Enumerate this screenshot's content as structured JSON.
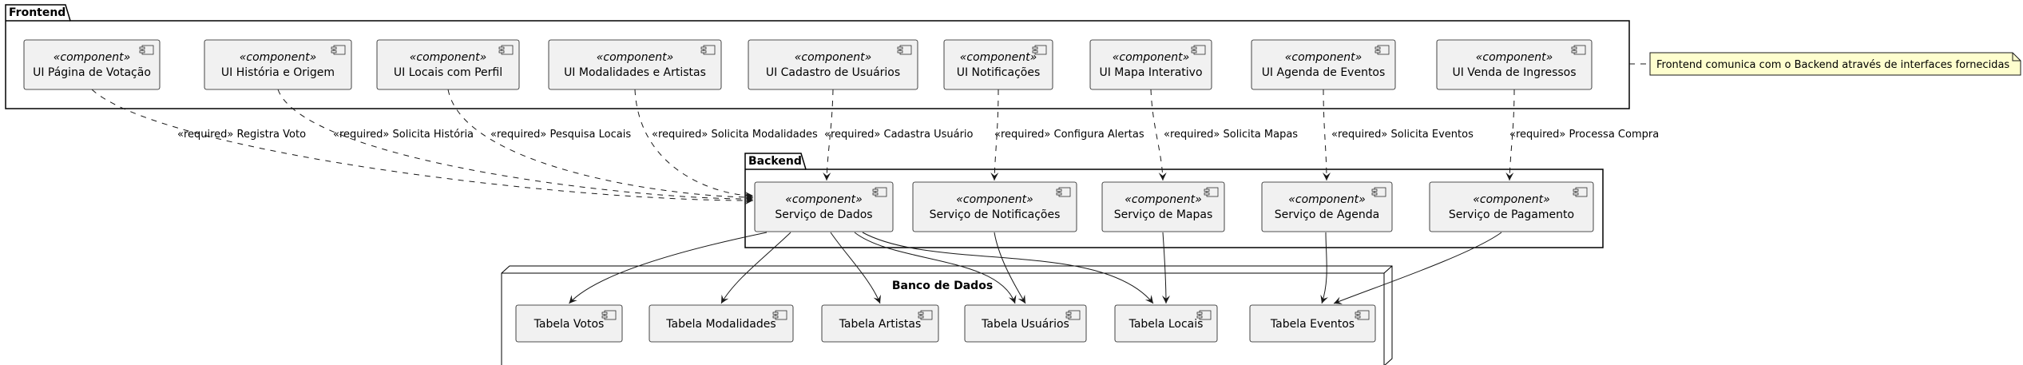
{
  "packages": {
    "frontend": {
      "label": "Frontend"
    },
    "backend": {
      "label": "Backend"
    },
    "database": {
      "label": "Banco de Dados"
    }
  },
  "stereotype": "«component»",
  "frontend_components": [
    {
      "id": "ui_votacao",
      "name": "UI Página de Votação"
    },
    {
      "id": "ui_historia",
      "name": "UI História e Origem"
    },
    {
      "id": "ui_locais",
      "name": "UI Locais com Perfil"
    },
    {
      "id": "ui_modalidades",
      "name": "UI Modalidades e Artistas"
    },
    {
      "id": "ui_cadastro",
      "name": "UI Cadastro de Usuários"
    },
    {
      "id": "ui_notificacoes",
      "name": "UI Notificações"
    },
    {
      "id": "ui_mapa",
      "name": "UI Mapa Interativo"
    },
    {
      "id": "ui_agenda",
      "name": "UI Agenda de Eventos"
    },
    {
      "id": "ui_ingressos",
      "name": "UI Venda de Ingressos"
    }
  ],
  "backend_components": [
    {
      "id": "svc_dados",
      "name": "Serviço de Dados"
    },
    {
      "id": "svc_notif",
      "name": "Serviço de Notificações"
    },
    {
      "id": "svc_mapas",
      "name": "Serviço de Mapas"
    },
    {
      "id": "svc_agenda",
      "name": "Serviço de Agenda"
    },
    {
      "id": "svc_pagamento",
      "name": "Serviço de Pagamento"
    }
  ],
  "database_tables": [
    {
      "id": "t_votos",
      "name": "Tabela Votos"
    },
    {
      "id": "t_modalidades",
      "name": "Tabela Modalidades"
    },
    {
      "id": "t_artistas",
      "name": "Tabela Artistas"
    },
    {
      "id": "t_usuarios",
      "name": "Tabela Usuários"
    },
    {
      "id": "t_locais",
      "name": "Tabela Locais"
    },
    {
      "id": "t_eventos",
      "name": "Tabela Eventos"
    }
  ],
  "required_edges": [
    {
      "from": "ui_votacao",
      "to": "svc_dados",
      "label": "«required» Registra Voto"
    },
    {
      "from": "ui_historia",
      "to": "svc_dados",
      "label": "«required» Solicita História"
    },
    {
      "from": "ui_locais",
      "to": "svc_dados",
      "label": "«required» Pesquisa Locais"
    },
    {
      "from": "ui_modalidades",
      "to": "svc_dados",
      "label": "«required» Solicita Modalidades"
    },
    {
      "from": "ui_cadastro",
      "to": "svc_dados",
      "label": "«required» Cadastra Usuário"
    },
    {
      "from": "ui_notificacoes",
      "to": "svc_notif",
      "label": "«required» Configura Alertas"
    },
    {
      "from": "ui_mapa",
      "to": "svc_mapas",
      "label": "«required» Solicita Mapas"
    },
    {
      "from": "ui_agenda",
      "to": "svc_agenda",
      "label": "«required» Solicita Eventos"
    },
    {
      "from": "ui_ingressos",
      "to": "svc_pagamento",
      "label": "«required» Processa Compra"
    }
  ],
  "data_edges": [
    {
      "from": "svc_dados",
      "to": "t_votos"
    },
    {
      "from": "svc_dados",
      "to": "t_modalidades"
    },
    {
      "from": "svc_dados",
      "to": "t_artistas"
    },
    {
      "from": "svc_dados",
      "to": "t_usuarios"
    },
    {
      "from": "svc_dados",
      "to": "t_locais"
    },
    {
      "from": "svc_notif",
      "to": "t_usuarios"
    },
    {
      "from": "svc_mapas",
      "to": "t_locais"
    },
    {
      "from": "svc_agenda",
      "to": "t_eventos"
    },
    {
      "from": "svc_pagamento",
      "to": "t_eventos"
    }
  ],
  "note": {
    "text": "Frontend comunica com o Backend através de interfaces fornecidas"
  }
}
